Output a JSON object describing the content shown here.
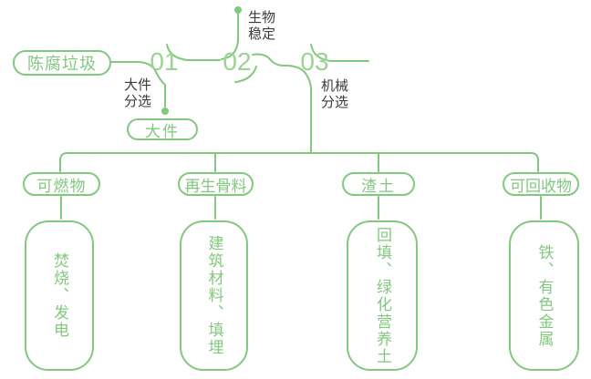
{
  "colors": {
    "line_green": "#82c87e",
    "number_green": "#9cd392",
    "label_dark": "#3b3b3b",
    "background": "#ffffff"
  },
  "source": {
    "label": "陈腐垃圾"
  },
  "steps": [
    {
      "number": "01",
      "branch_label": "大件分选",
      "branch_output": "大件"
    },
    {
      "number": "02",
      "branch_label": "生物稳定"
    },
    {
      "number": "03",
      "branch_label": "机械分选"
    }
  ],
  "outputs": [
    {
      "category": "可燃物",
      "use": "焚烧、发电"
    },
    {
      "category": "再生骨料",
      "use": "建筑材料、填埋"
    },
    {
      "category": "渣土",
      "use": "回填、绿化营养土"
    },
    {
      "category": "可回收物",
      "use": "铁、有色金属"
    }
  ]
}
